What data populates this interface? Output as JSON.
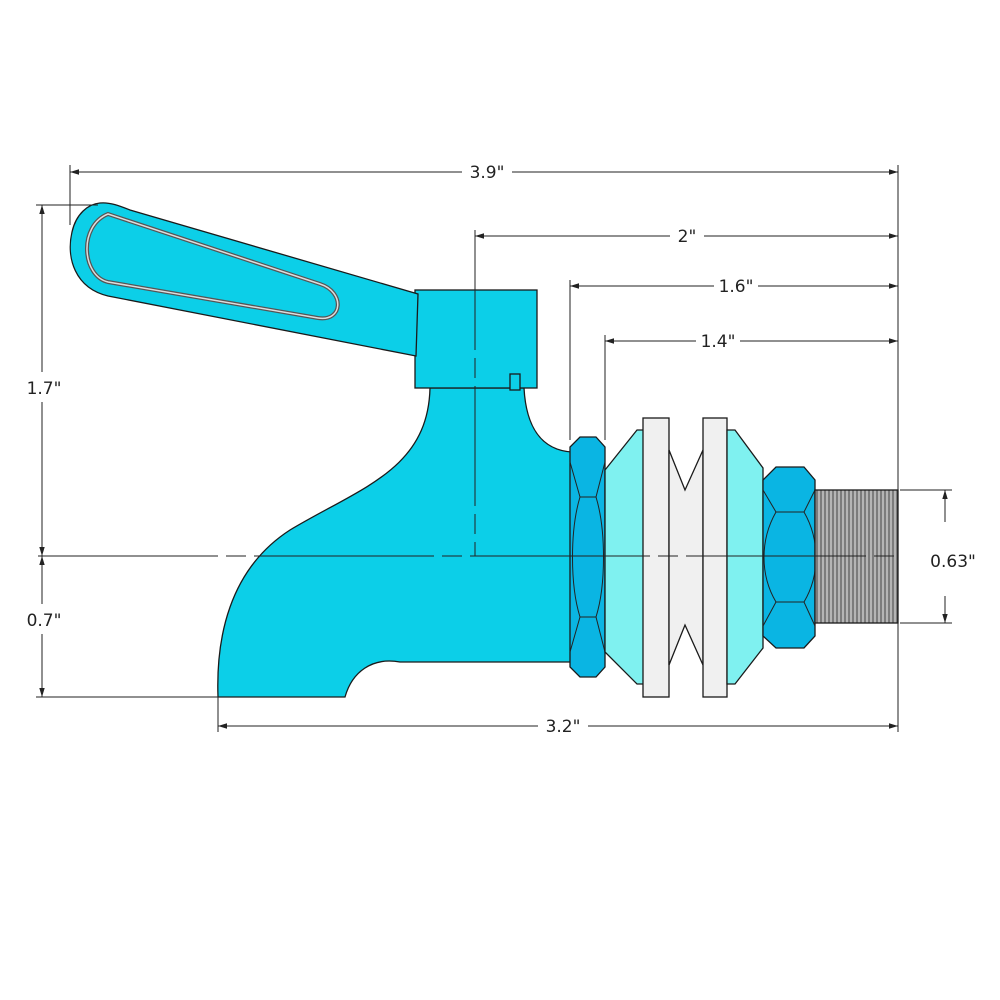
{
  "colors": {
    "body": "#0ccfe8",
    "nut": "#0ab5e3",
    "cone": "#7ff1f0",
    "washer": "#f0f0f0",
    "thread": "#9a9a9a"
  },
  "dimensions": {
    "overall_length": "3.9\"",
    "handle_to_end": "2\"",
    "nut_to_end": "1.6\"",
    "cone_to_end": "1.4\"",
    "height_above_center": "1.7\"",
    "height_below_center": "0.7\"",
    "thread_diameter": "0.63\"",
    "spout_to_end": "3.2\""
  }
}
